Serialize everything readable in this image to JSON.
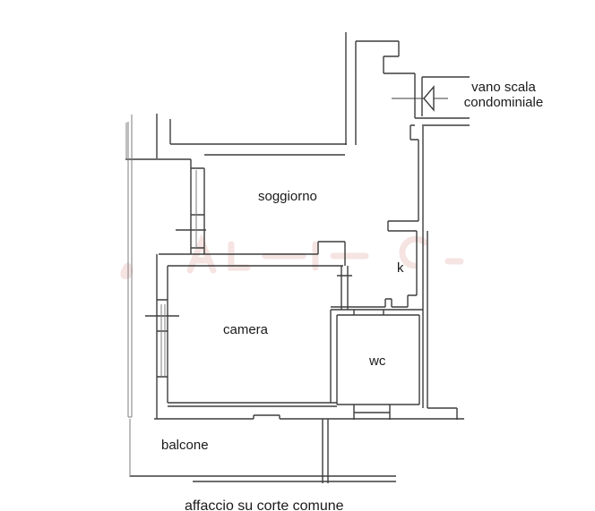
{
  "labels": {
    "living_room": "soggiorno",
    "kitchenette": "k",
    "bedroom": "camera",
    "wc": "wc",
    "balcony": "balcone",
    "stairwell_line1": "vano scala",
    "stairwell_line2": "condominiale",
    "bottom_caption": "affaccio su corte comune"
  },
  "colors": {
    "wall": "#3d3d3d",
    "thin_wall": "#7d7d7d",
    "text": "#1a1a1a",
    "watermark": "#dfa8a1",
    "background": "#ffffff"
  }
}
